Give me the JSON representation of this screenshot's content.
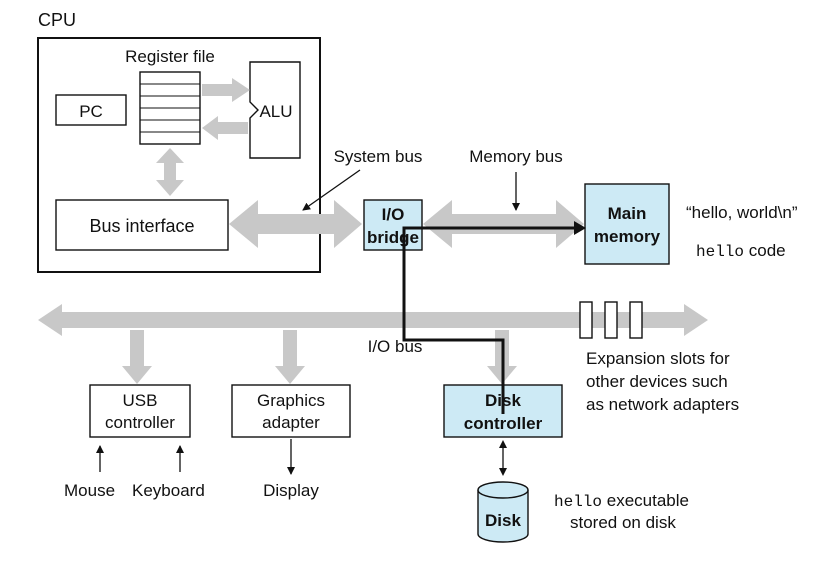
{
  "labels": {
    "cpu": "CPU",
    "register_file": "Register file",
    "pc": "PC",
    "alu": "ALU",
    "bus_interface": "Bus interface",
    "system_bus": "System bus",
    "memory_bus": "Memory bus",
    "io_bridge_line1": "I/O",
    "io_bridge_line2": "bridge",
    "main_memory_line1": "Main",
    "main_memory_line2": "memory",
    "hello_world_string": "“hello, world\\n”",
    "hello_code_mono": "hello",
    "hello_code_rest": " code",
    "io_bus": "I/O bus",
    "expansion_line1": "Expansion slots for",
    "expansion_line2": "other devices such",
    "expansion_line3": "as network adapters",
    "usb_line1": "USB",
    "usb_line2": "controller",
    "graphics_line1": "Graphics",
    "graphics_line2": "adapter",
    "disk_ctrl_line1": "Disk",
    "disk_ctrl_line2": "controller",
    "mouse": "Mouse",
    "keyboard": "Keyboard",
    "display": "Display",
    "disk": "Disk",
    "hello_exec_mono": "hello",
    "hello_exec_rest": " executable",
    "stored_on_disk": "stored on disk"
  },
  "colors": {
    "bus_gray": "#c8c8c8",
    "highlight_fill": "#cdeaf5",
    "line": "#111111"
  }
}
